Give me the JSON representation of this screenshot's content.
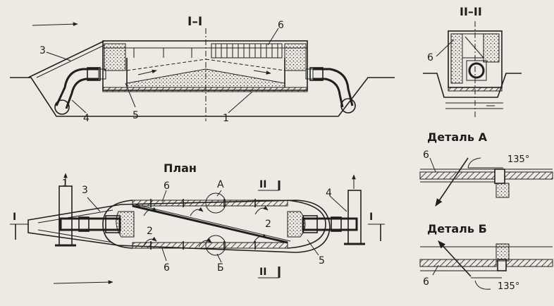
{
  "views": {
    "section_1": {
      "title": "I–I"
    },
    "section_2": {
      "title": "II–II"
    },
    "plan": {
      "title": "План"
    },
    "detail_a": {
      "title": "Деталь А",
      "angle": "135°"
    },
    "detail_b": {
      "title": "Деталь Б",
      "angle": "135°"
    }
  },
  "callouts": {
    "n1": "1",
    "n2": "2",
    "n3": "3",
    "n4": "4",
    "n5": "5",
    "n6": "6",
    "mark_a": "А",
    "mark_b": "Б",
    "cut_1": "I",
    "cut_2": "II"
  }
}
